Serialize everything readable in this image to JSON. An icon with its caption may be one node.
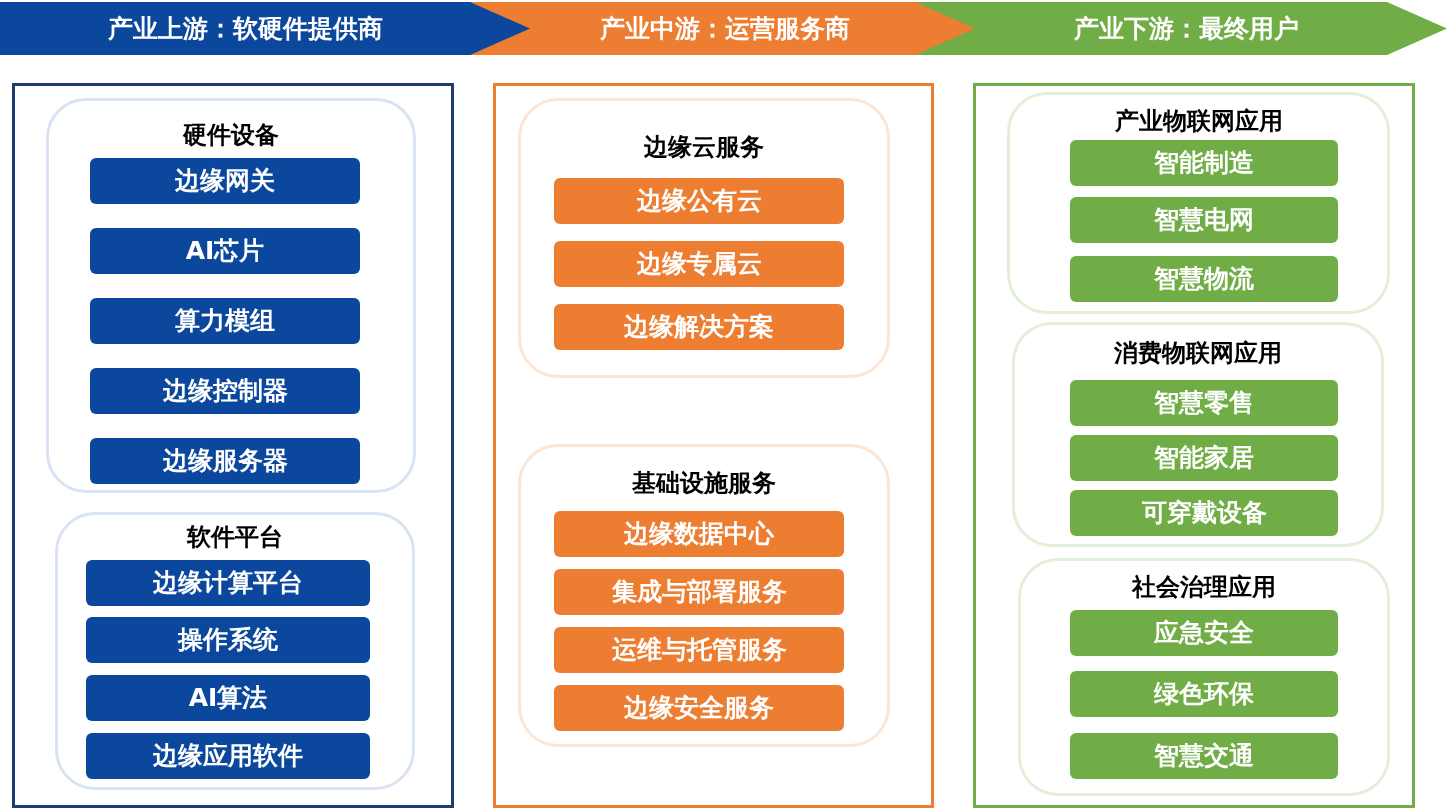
{
  "diagram": {
    "nodes": [
      {
        "text": [
          "产业上游：软硬件提供商"
        ]
      },
      {
        "text": [
          "产业中游：运营服务商"
        ]
      },
      {
        "text": [
          "产业下游：最终用户"
        ]
      },
      {
        "text": [],
        "shape": "box"
      },
      {
        "text": [
          "硬件设备"
        ],
        "in": 3
      },
      {
        "text": [
          "边缘网关"
        ],
        "in": 4
      },
      {
        "text": [
          "AI芯片"
        ],
        "in": 4
      },
      {
        "text": [
          "算力模组"
        ],
        "in": 4
      },
      {
        "text": [
          "边缘控制器"
        ],
        "in": 4
      },
      {
        "text": [
          "边缘服务器"
        ],
        "in": 4
      },
      {
        "text": [
          "软件平台"
        ],
        "in": 3
      },
      {
        "text": [
          "边缘计算平台"
        ],
        "in": 10
      },
      {
        "text": [
          "操作系统"
        ],
        "in": 10
      },
      {
        "text": [
          "AI算法"
        ],
        "in": 10
      },
      {
        "text": [
          "边缘应用软件"
        ],
        "in": 10
      },
      {
        "text": [],
        "shape": "box"
      },
      {
        "text": [
          "边缘云服务"
        ],
        "in": 15
      },
      {
        "text": [
          "边缘公有云"
        ],
        "in": 16
      },
      {
        "text": [
          "边缘专属云"
        ],
        "in": 16
      },
      {
        "text": [
          "边缘解决方案"
        ],
        "in": 16
      },
      {
        "text": [
          "基础设施服务"
        ],
        "in": 15
      },
      {
        "text": [
          "边缘数据中心"
        ],
        "in": 20
      },
      {
        "text": [
          "集成与部署服务"
        ],
        "in": 20
      },
      {
        "text": [
          "运维与托管服务"
        ],
        "in": 20
      },
      {
        "text": [
          "边缘安全服务"
        ],
        "in": 20
      },
      {
        "text": [],
        "shape": "box"
      },
      {
        "text": [
          "产业物联网应用"
        ],
        "in": 25
      },
      {
        "text": [
          "智能制造"
        ],
        "in": 26
      },
      {
        "text": [
          "智慧电网"
        ],
        "in": 26
      },
      {
        "text": [
          "智慧物流"
        ],
        "in": 26
      },
      {
        "text": [
          "消费物联网应用"
        ],
        "in": 25
      },
      {
        "text": [
          "智慧零售"
        ],
        "in": 30
      },
      {
        "text": [
          "智能家居"
        ],
        "in": 30
      },
      {
        "text": [
          "可穿戴设备"
        ],
        "in": 30
      },
      {
        "text": [
          "社会治理应用"
        ],
        "in": 25
      },
      {
        "text": [
          "应急安全"
        ],
        "in": 34
      },
      {
        "text": [
          "绿色环保"
        ],
        "in": 34
      },
      {
        "text": [
          "智慧交通"
        ],
        "in": 34
      }
    ],
    "edges": []
  }
}
